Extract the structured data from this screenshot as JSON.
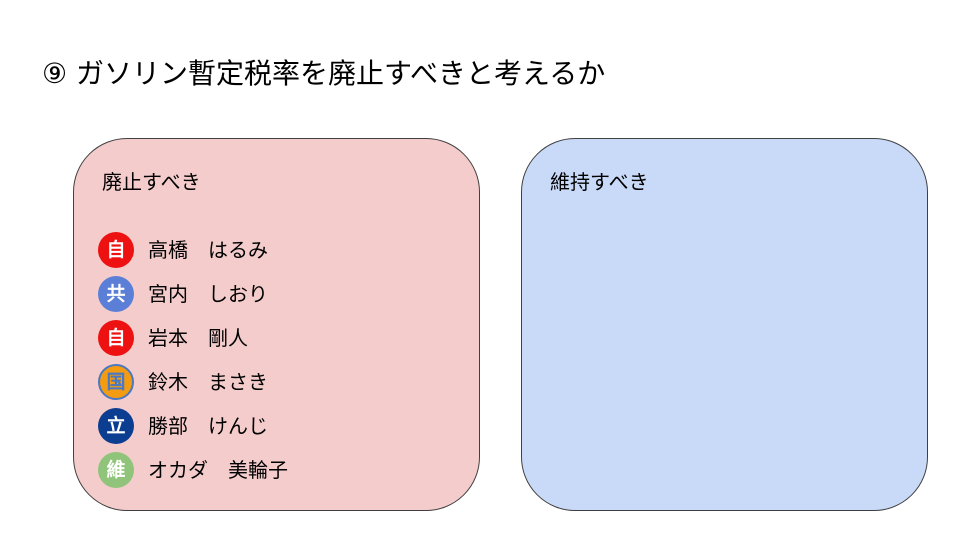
{
  "title": "⑨ ガソリン暫定税率を廃止すべきと考えるか",
  "panels": {
    "abolish": {
      "heading": "廃止すべき",
      "background": "#f4cccc",
      "members": [
        {
          "party": "自",
          "name": "高橋　はるみ",
          "badge_color": "#ee1111",
          "badge_text_color": "#ffffff"
        },
        {
          "party": "共",
          "name": "宮内　しおり",
          "badge_color": "#5b7fd6",
          "badge_text_color": "#ffffff"
        },
        {
          "party": "自",
          "name": "岩本　剛人",
          "badge_color": "#ee1111",
          "badge_text_color": "#ffffff"
        },
        {
          "party": "国",
          "name": "鈴木　まさき",
          "badge_color": "#f39c12",
          "badge_text_color": "#4a78c2"
        },
        {
          "party": "立",
          "name": "勝部　けんじ",
          "badge_color": "#0b3d91",
          "badge_text_color": "#ffffff"
        },
        {
          "party": "維",
          "name": "オカダ　美輪子",
          "badge_color": "#8fc47a",
          "badge_text_color": "#ffffff"
        }
      ]
    },
    "maintain": {
      "heading": "維持すべき",
      "background": "#c9daf8",
      "members": []
    }
  }
}
